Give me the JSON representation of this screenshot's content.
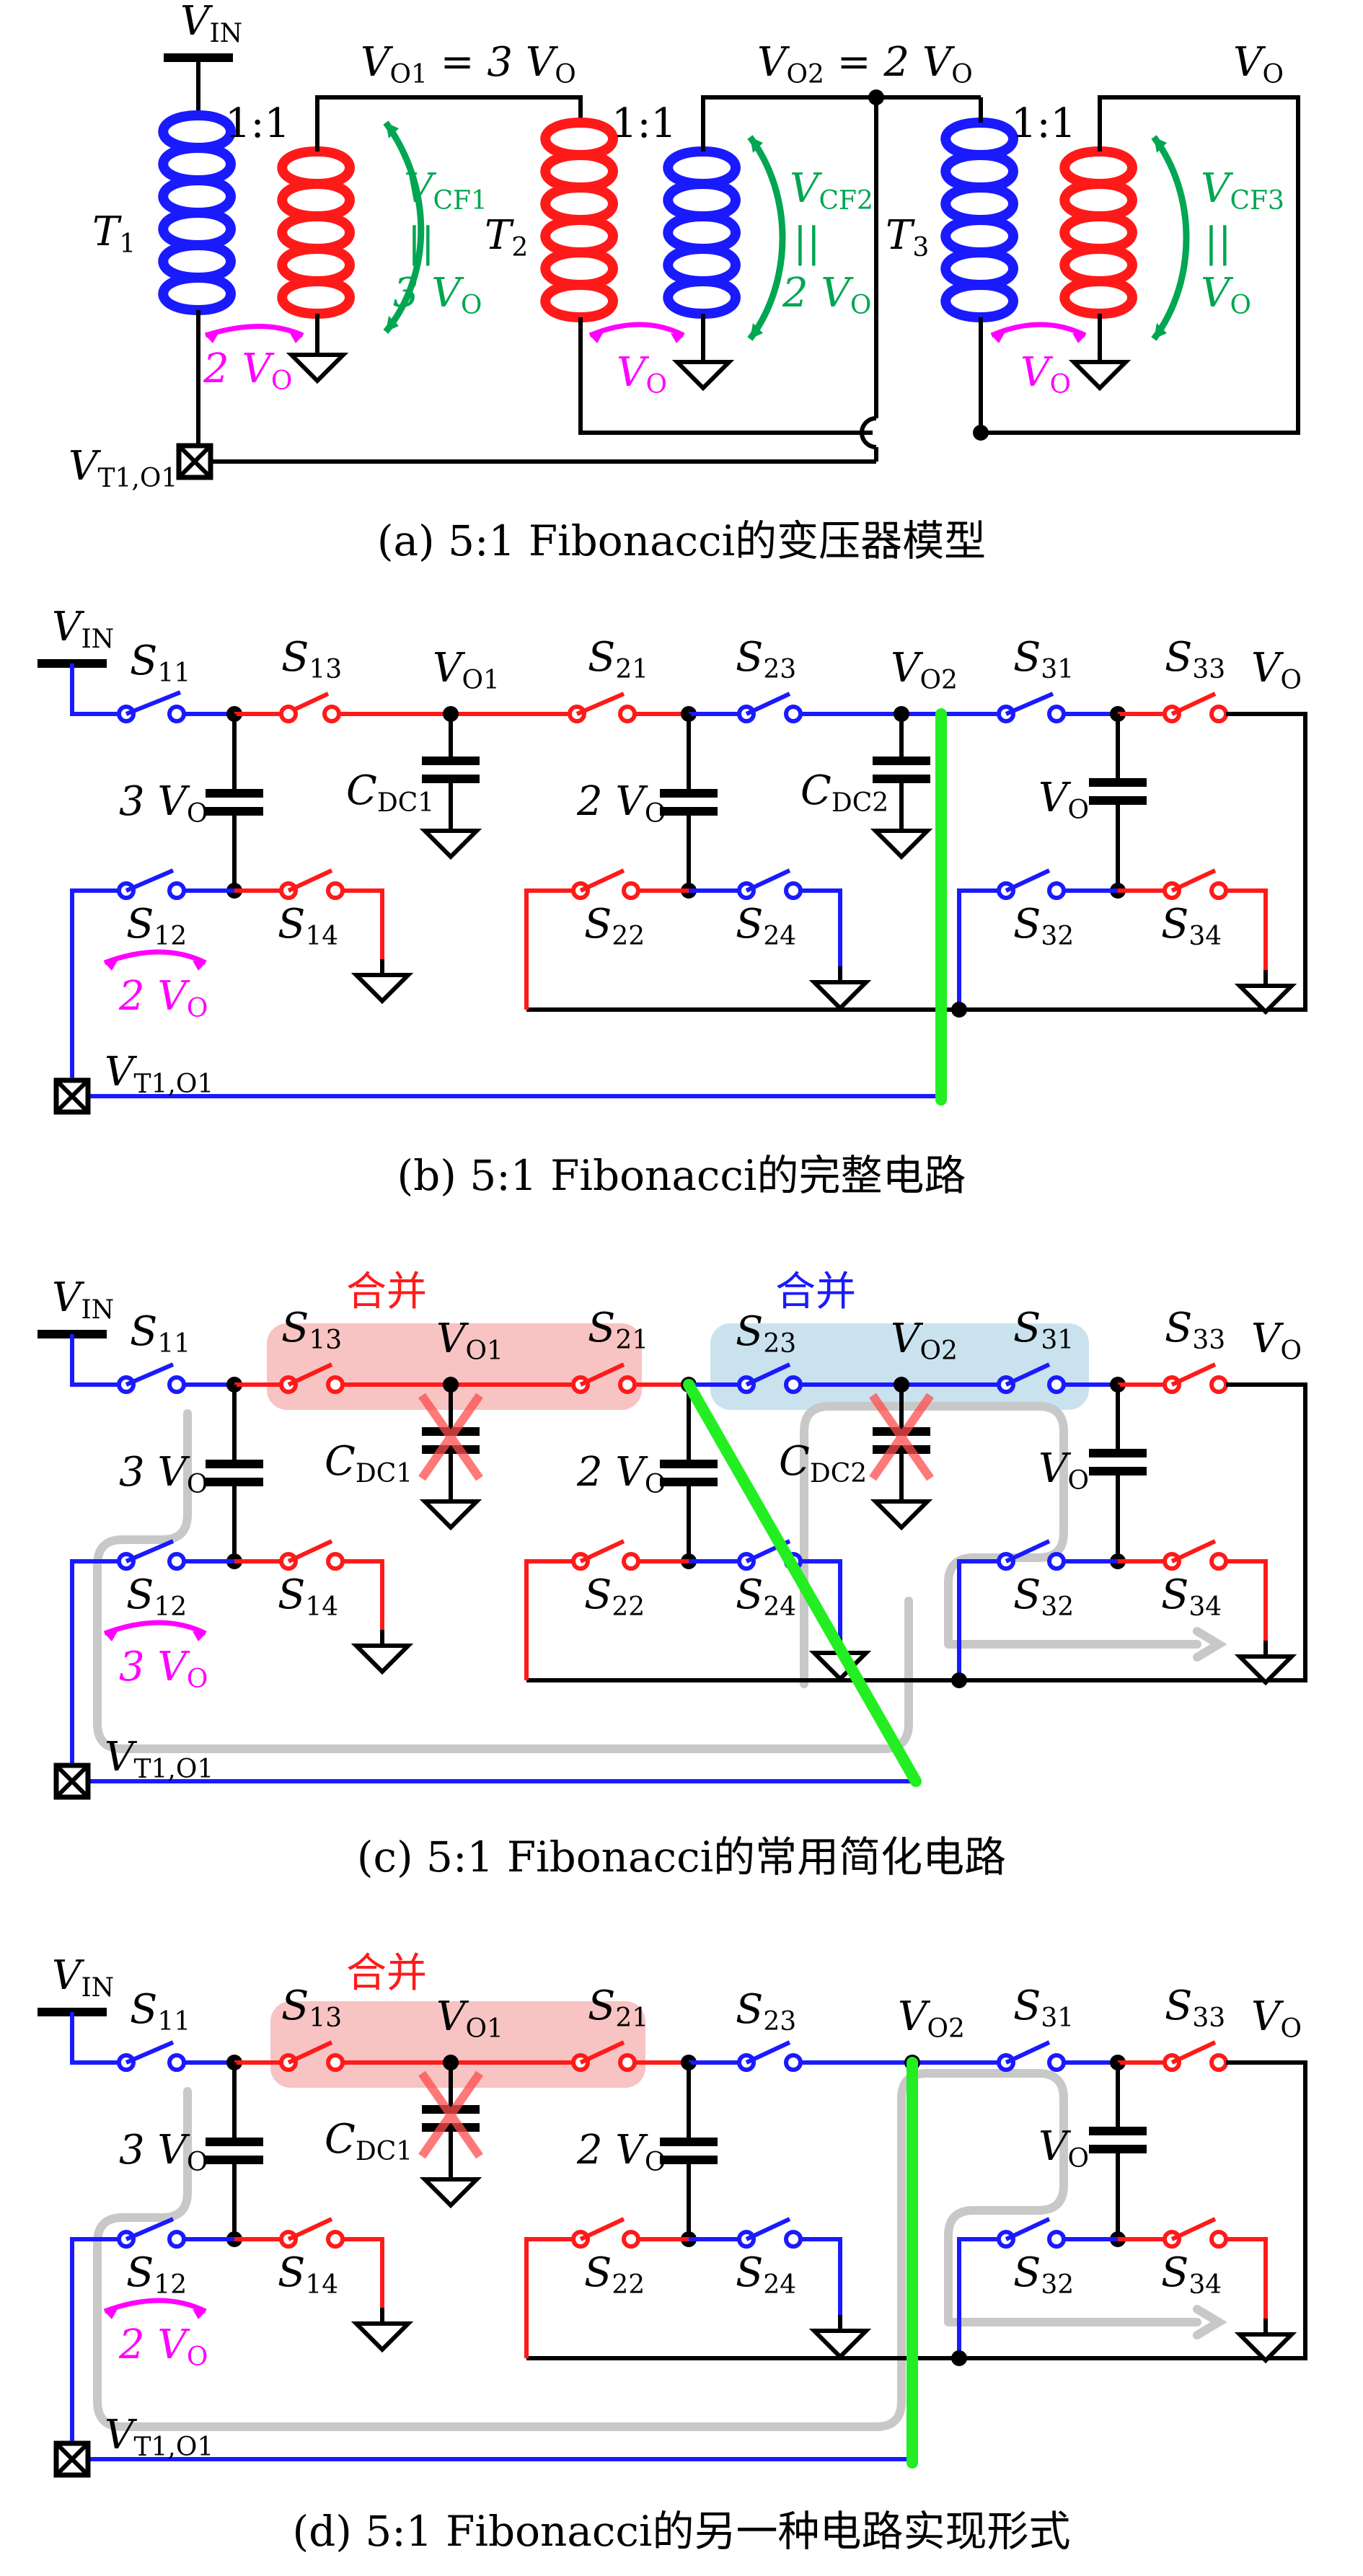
{
  "panel_a": {
    "caption": "(a) 5:1 Fibonacci的变压器模型",
    "vin": "V_IN",
    "vo1_label": "V_O1 = 3 V_O",
    "vo2_label": "V_O2 = 2 V_O",
    "vo_label": "V_O",
    "ratio": "1:1",
    "t1": "T1",
    "t2": "T2",
    "t3": "T3",
    "vcf1": "V_CF1 || 3 V_O",
    "vcf2": "V_CF2 || 2 V_O",
    "vcf3": "V_CF3 || V_O",
    "swing1": "2 V_O",
    "swing2": "V_O",
    "swing3": "V_O",
    "node": "V_T1,O1"
  },
  "panel_b": {
    "caption": "(b) 5:1 Fibonacci的完整电路",
    "switches": [
      "S11",
      "S12",
      "S13",
      "S14",
      "S21",
      "S22",
      "S23",
      "S24",
      "S31",
      "S32",
      "S33",
      "S34"
    ],
    "caps": [
      "3 V_O",
      "C_DC1",
      "2 V_O",
      "C_DC2",
      "V_O"
    ],
    "nodes": [
      "V_O1",
      "V_O2",
      "V_O",
      "V_IN",
      "V_T1,O1"
    ],
    "swing": "2 V_O"
  },
  "panel_c": {
    "caption": "(c) 5:1 Fibonacci的常用简化电路",
    "merge_red": "合并",
    "merge_blue": "合并",
    "swing": "3 V_O"
  },
  "panel_d": {
    "caption": "(d) 5:1 Fibonacci的另一种电路实现形式",
    "merge_red": "合并",
    "swing": "2 V_O"
  },
  "colors": {
    "red": "#ff1a1a",
    "blue": "#1a1aff",
    "green": "#00a651",
    "magenta": "#ff00ff",
    "lime": "#22ee22",
    "merge_red_bg": "#f7c3c3",
    "merge_blue_bg": "#c9e2ee",
    "gray_path": "#c8c8c8"
  }
}
